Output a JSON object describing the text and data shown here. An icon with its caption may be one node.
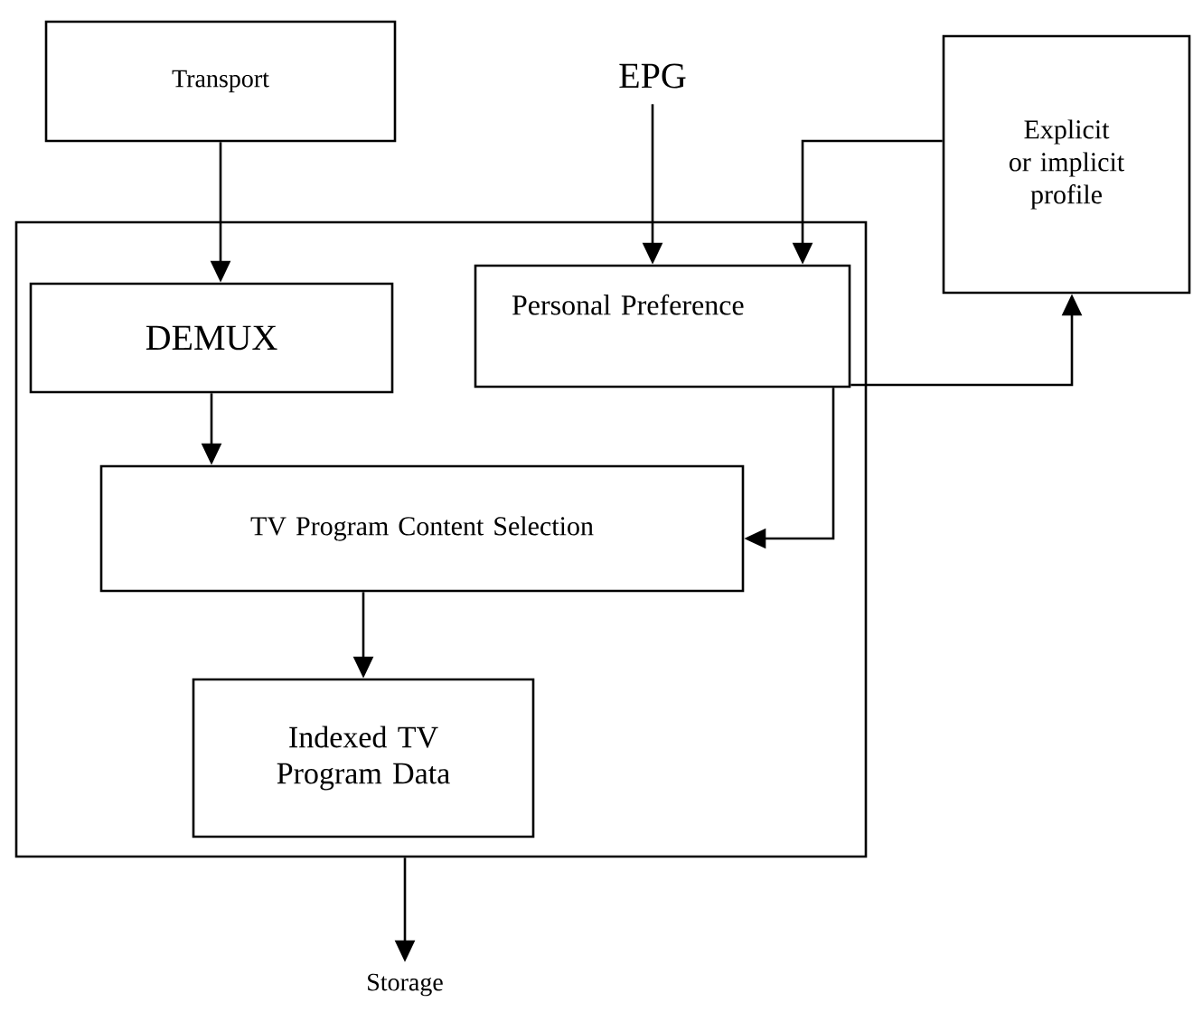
{
  "diagram": {
    "nodes": [
      {
        "text": [
          "Transport"
        ]
      },
      {
        "text": [
          "EPG"
        ]
      },
      {
        "text": [
          "Explicit or implicit profile"
        ]
      },
      {
        "text": [],
        "shape": "box"
      },
      {
        "text": [
          "DEMUX"
        ],
        "in": 3
      },
      {
        "text": [
          "Personal Preference"
        ],
        "in": 3
      },
      {
        "text": [
          "TV Program Content Selection"
        ],
        "in": 3
      },
      {
        "text": [
          "Indexed TV Program Data"
        ],
        "in": 3
      },
      {
        "text": [
          "Storage"
        ]
      }
    ],
    "edges": [
      {
        "from": 0,
        "to": 4,
        "arrow": "to"
      },
      {
        "from": 1,
        "to": 5,
        "arrow": "to"
      },
      {
        "from": 2,
        "to": 5,
        "arrow": "to"
      },
      {
        "from": 5,
        "to": 2,
        "arrow": "to"
      },
      {
        "from": 5,
        "to": 6,
        "arrow": "to"
      },
      {
        "from": 4,
        "to": 6,
        "arrow": "to"
      },
      {
        "from": 6,
        "to": 7,
        "arrow": "to"
      },
      {
        "from": 3,
        "to": 8,
        "arrow": "to"
      }
    ]
  }
}
